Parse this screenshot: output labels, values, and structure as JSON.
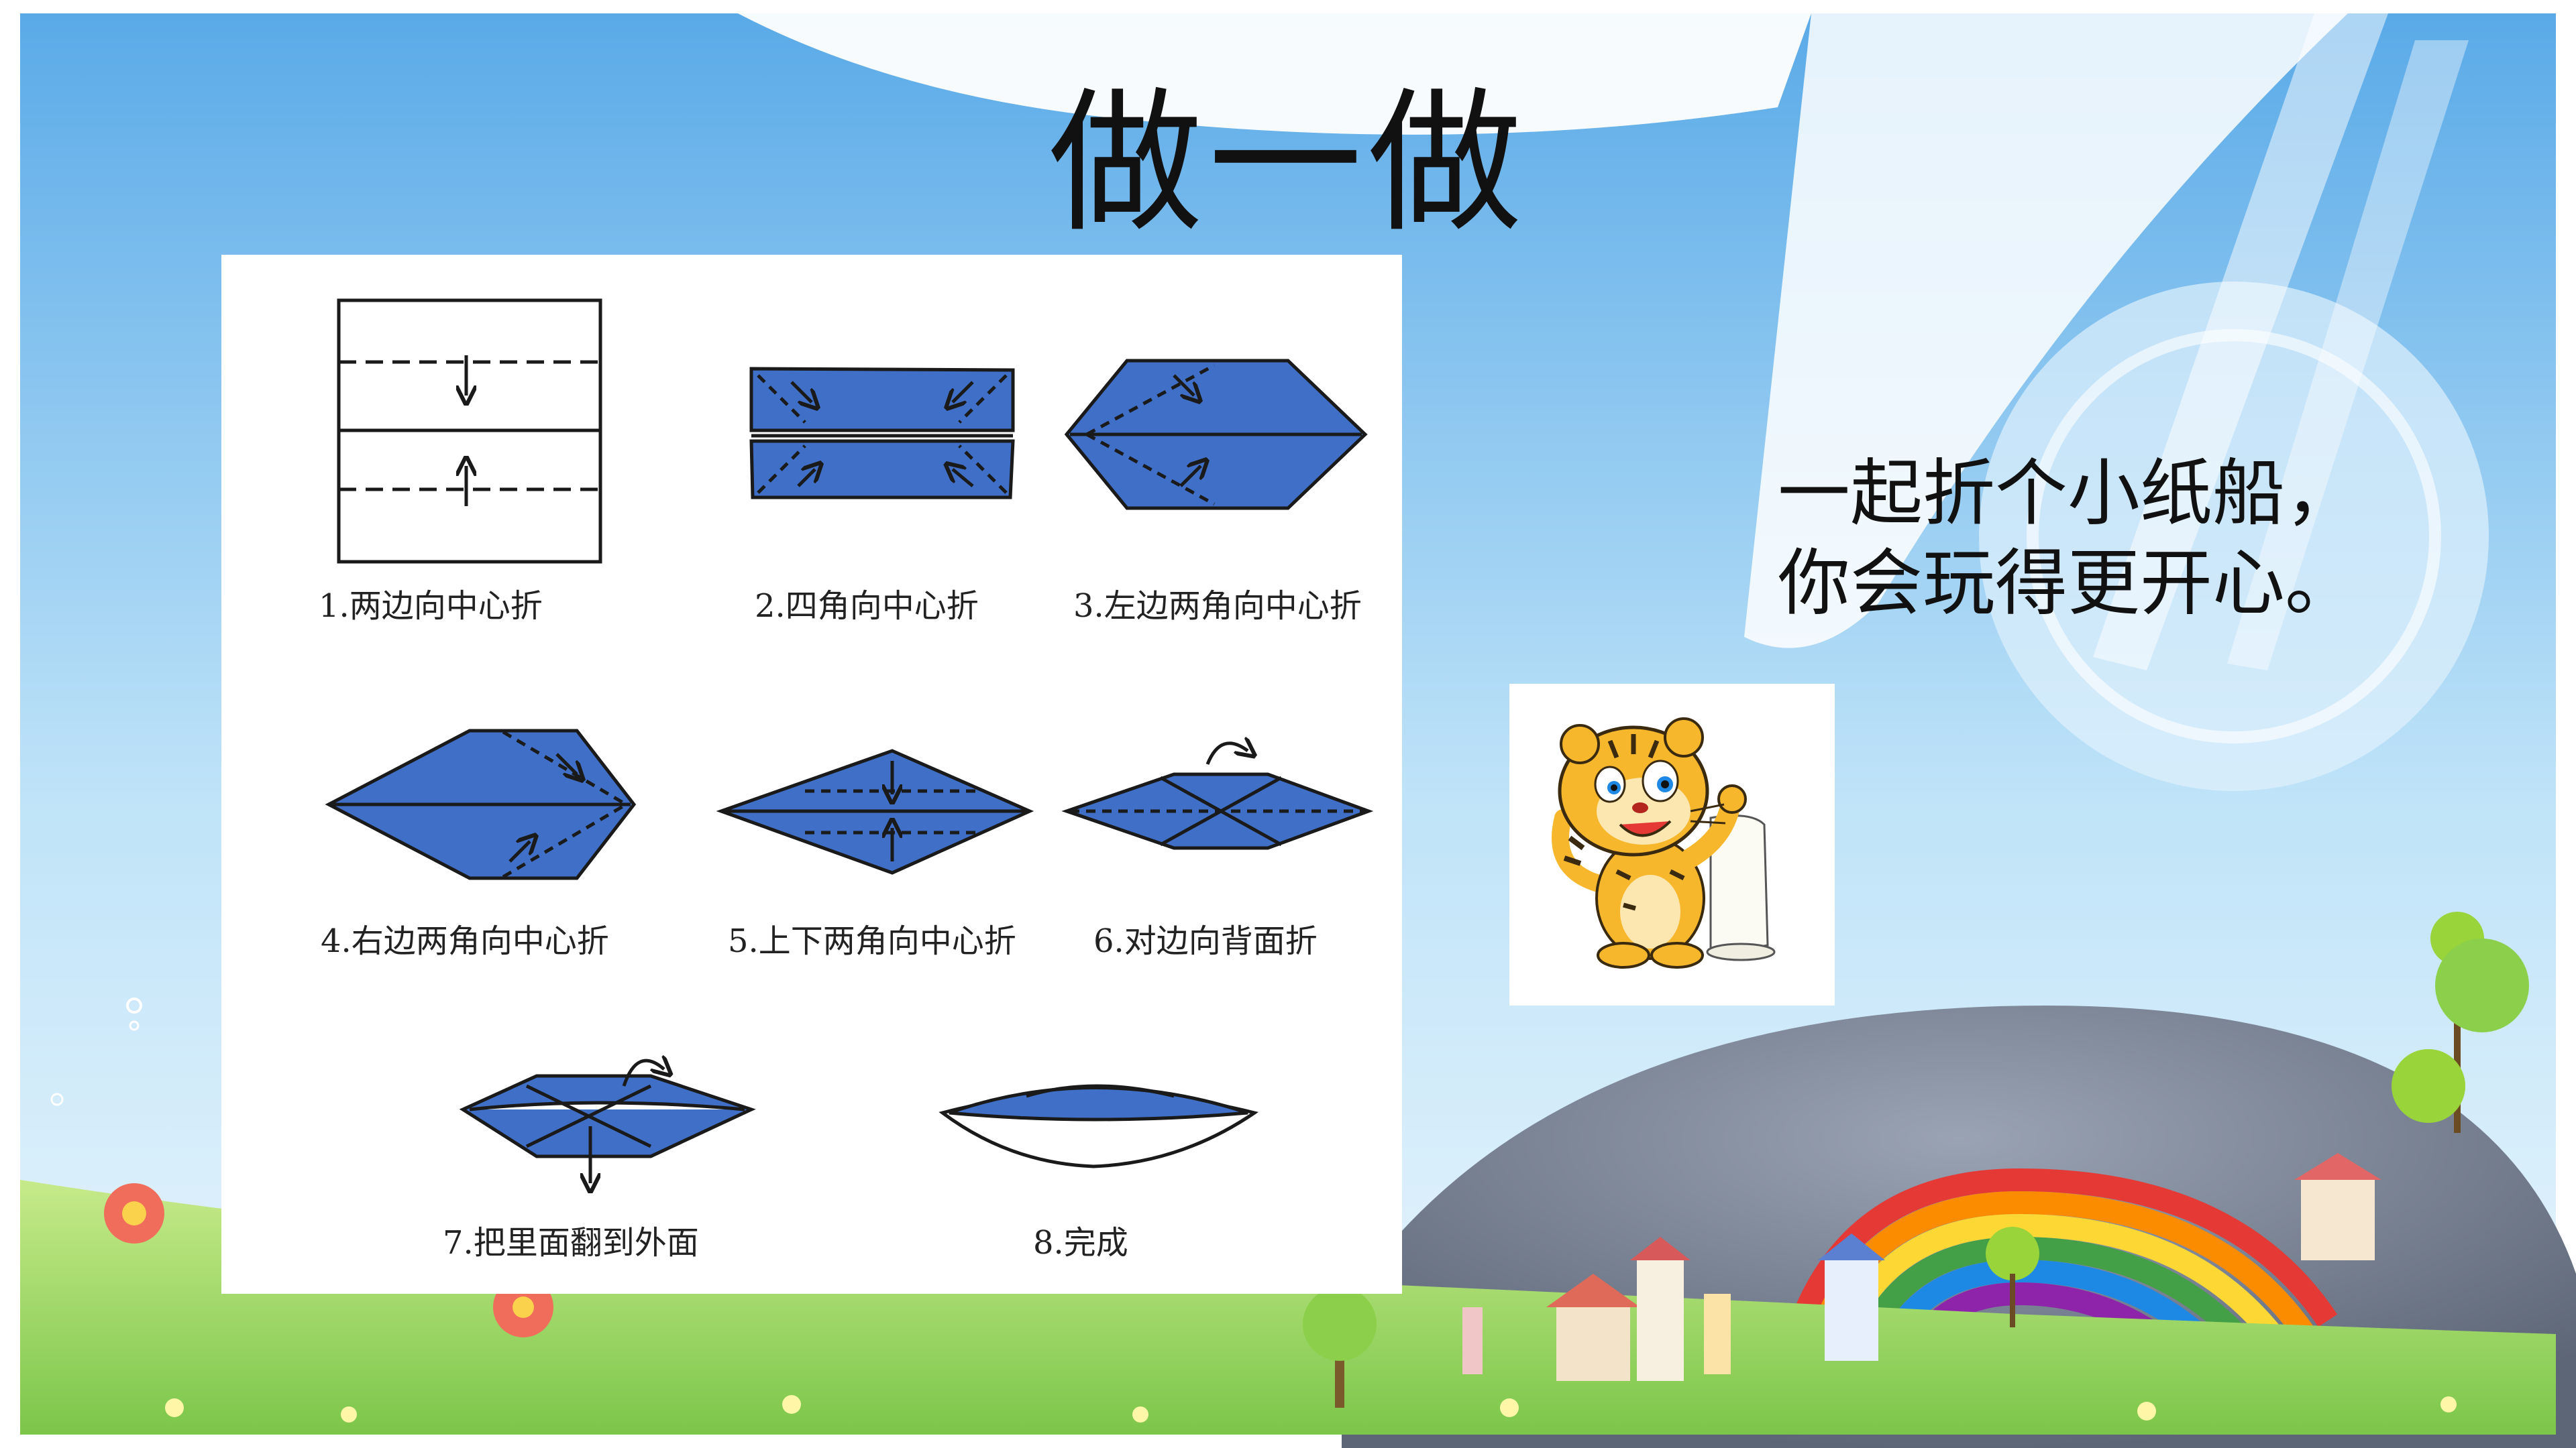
{
  "slide": {
    "title": "做一做",
    "tip_lines": [
      "一起折个小纸船，",
      "你会玩得更开心。"
    ],
    "steps": [
      {
        "caption": "1.两边向中心折"
      },
      {
        "caption": "2.四角向中心折"
      },
      {
        "caption": "3.左边两角向中心折"
      },
      {
        "caption": "4.右边两角向中心折"
      },
      {
        "caption": "5.上下两角向中心折"
      },
      {
        "caption": "6.对边向背面折"
      },
      {
        "caption": "7.把里面翻到外面"
      },
      {
        "caption": "8.完成"
      }
    ]
  },
  "colors": {
    "paper_blue": "#3f6fc6",
    "outline": "#1a1a1a",
    "sky_top": "#6fb7ec",
    "grass": "#8fcf5a",
    "tiger": "#f6b72c"
  },
  "icons": [
    "tiger-mascot-icon",
    "rainbow-icon",
    "house-icon",
    "tree-icon",
    "flower-icon",
    "scroll-icon"
  ]
}
